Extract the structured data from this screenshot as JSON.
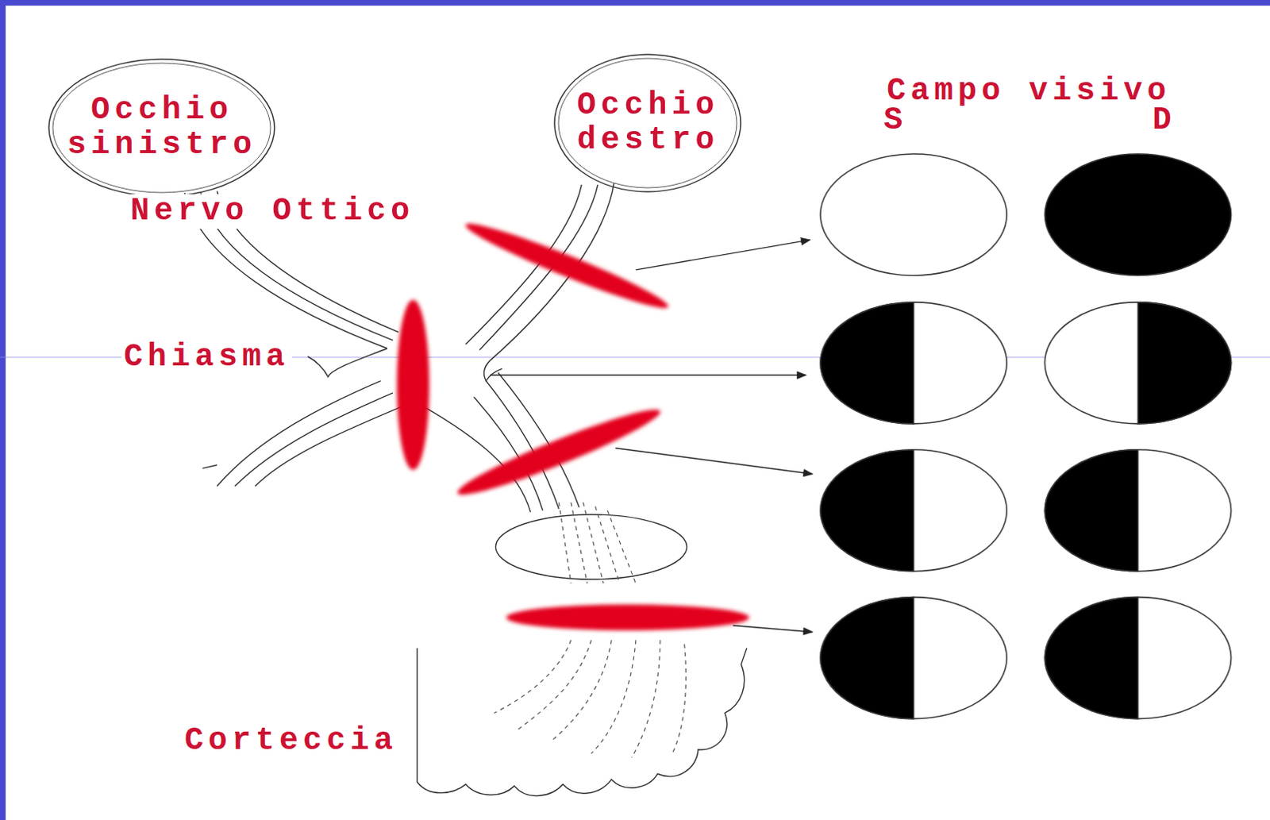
{
  "diagram": {
    "nodes": [
      {
        "text": [
          "Occhio sinistro"
        ]
      },
      {
        "text": [
          "Occhio destro"
        ]
      }
    ],
    "labels": [
      "Nervo Ottico",
      "Chiasma",
      "Corteccia",
      "Campo visivo",
      "S",
      "D"
    ]
  }
}
